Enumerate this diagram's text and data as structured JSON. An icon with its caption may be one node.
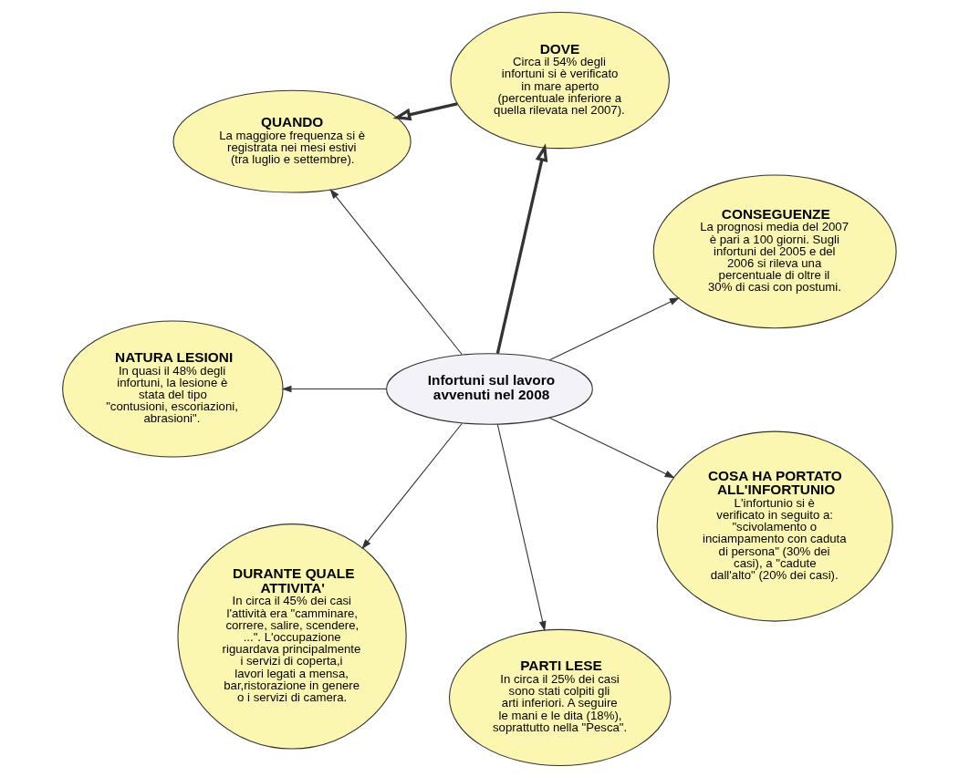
{
  "diagram": {
    "nodes": [
      {
        "text": [
          "CONSEGUENZE",
          "La prognosi media del 2007 è pari a 100 giorni. Sugli infortuni del 2005 e del 2006 si rileva una percentuale di oltre il 30% di casi con postumi."
        ]
      },
      {
        "text": [
          "DOVE",
          "Circa il 54% degli infortuni si è verificato in mare aperto (percentuale inferiore a quella rilevata nel 2007)."
        ]
      },
      {
        "text": [
          "QUANDO",
          "La maggiore frequenza si è registrata nei mesi estivi (tra luglio e settembre)."
        ]
      },
      {
        "text": [
          "NATURA LESIONI",
          "In quasi il 48% degli infortuni, la lesione è stata del tipo \"contusioni, escoriazioni, abrasioni\"."
        ]
      },
      {
        "text": [
          "Infortuni sul lavoro avvenuti nel 2008"
        ]
      },
      {
        "text": [
          "DURANTE QUALE ATTIVITA'",
          "In circa il 45% dei casi l'attività era \"camminare, correre, salire, scendere, ...\". L'occupazione riguardava principalmente i servizi di coperta,i lavori legati a mensa, bar,ristorazione in genere o i servizi di camera."
        ]
      },
      {
        "text": [
          "PARTI LESE",
          "In circa il 25% dei casi sono stati colpiti gli arti inferiori. A seguire le mani e le dita (18%), soprattutto nella \"Pesca\"."
        ]
      },
      {
        "text": [
          "COSA HA PORTATO ALL'INFORTUNIO",
          "L'infortunio si è verificato in seguito a: \"scivolamento o inciampamento con caduta di persona\" (30% dei casi), a \"cadute dall'alto\" (20% dei casi)."
        ]
      }
    ],
    "edges": [
      {
        "from": 4,
        "to": 0,
        "arrow": "to"
      },
      {
        "from": 4,
        "to": 1,
        "arrow": "to",
        "style": "thick"
      },
      {
        "from": 1,
        "to": 2,
        "arrow": "to",
        "style": "thick"
      },
      {
        "from": 4,
        "to": 2,
        "arrow": "to"
      },
      {
        "from": 4,
        "to": 5,
        "arrow": "to"
      },
      {
        "from": 4,
        "to": 7,
        "arrow": "to"
      },
      {
        "from": 4,
        "to": 6,
        "arrow": "to"
      },
      {
        "from": 4,
        "to": 3,
        "arrow": "to"
      }
    ]
  }
}
